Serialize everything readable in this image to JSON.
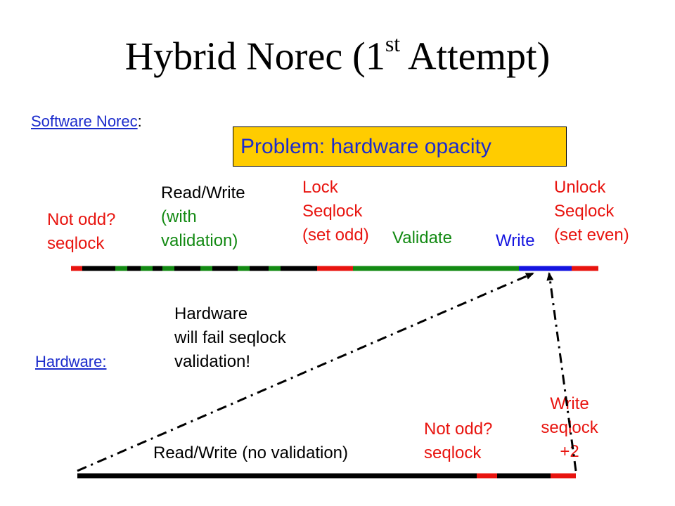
{
  "title": {
    "main": "Hybrid Norec (1",
    "sup": "st",
    "tail": " Attempt)"
  },
  "software": {
    "label": "Software Norec",
    "colon": ":"
  },
  "problem": "Problem: hardware opacity",
  "sw_labels": {
    "not_odd": [
      "Not odd?",
      "seqlock"
    ],
    "read_write": [
      "Read/Write",
      "(with",
      "validation)"
    ],
    "lock": [
      "Lock",
      "Seqlock",
      "(set odd)"
    ],
    "validate": "Validate",
    "write": "Write",
    "unlock": [
      "Unlock",
      "Seqlock",
      "(set even)"
    ]
  },
  "hw_note": [
    "Hardware",
    "will fail seqlock",
    "validation!"
  ],
  "hardware": {
    "label": "Hardware:"
  },
  "hw_labels": {
    "read_write": "Read/Write (no validation)",
    "not_odd": [
      "Not odd?",
      "seqlock"
    ],
    "write": [
      "Write",
      "seqlock",
      "+2"
    ]
  },
  "colors": {
    "red": "#e8140f",
    "green": "#138a13",
    "blue": "#1414e0",
    "black": "#000000",
    "box_fill": "#ffcc00",
    "link": "#1c2ccc"
  }
}
